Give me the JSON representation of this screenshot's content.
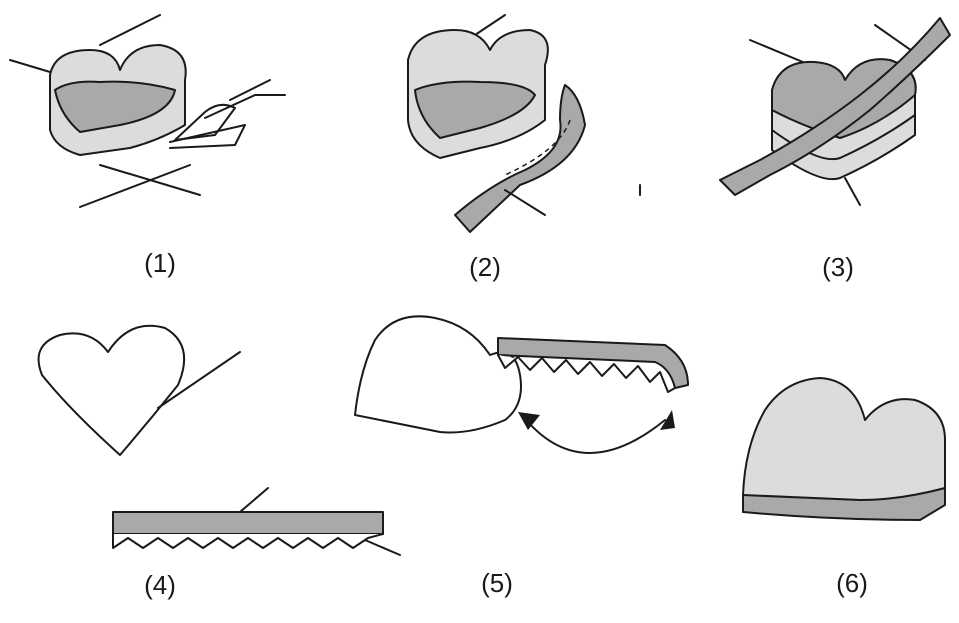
{
  "steps": [
    {
      "label": "(1)"
    },
    {
      "label": "(2)"
    },
    {
      "label": "(3)"
    },
    {
      "label": "(4)"
    },
    {
      "label": "(5)"
    },
    {
      "label": "(6)"
    }
  ],
  "colors": {
    "outline": "#1a1a1a",
    "fill_dark": "#a9a9a9",
    "fill_light": "#dcdcdc",
    "background": "#ffffff"
  }
}
